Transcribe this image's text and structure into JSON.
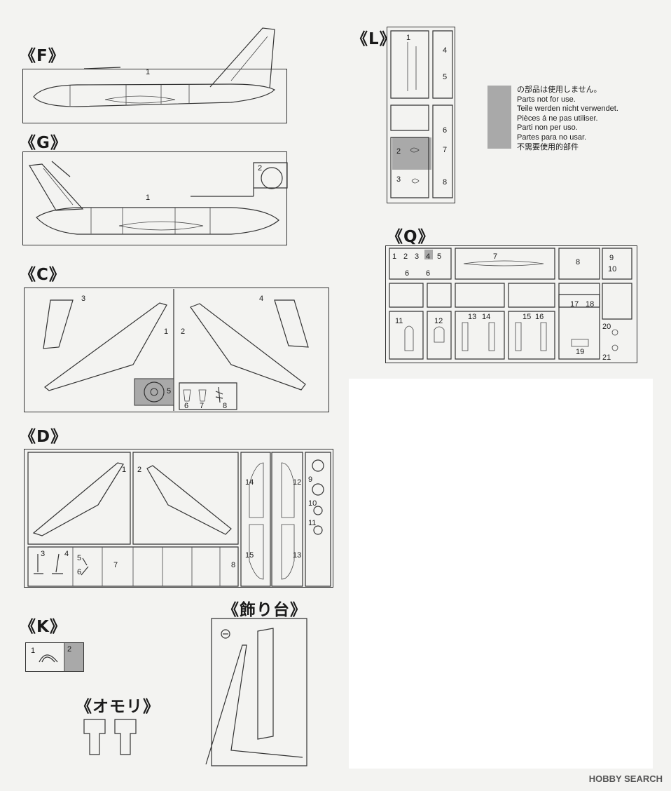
{
  "sections": {
    "F": {
      "label": "《F》",
      "parts": [
        "1"
      ]
    },
    "G": {
      "label": "《G》",
      "parts": [
        "1",
        "2"
      ]
    },
    "C": {
      "label": "《C》",
      "parts": [
        "1",
        "2",
        "3",
        "4",
        "5",
        "6",
        "7",
        "8"
      ]
    },
    "D": {
      "label": "《D》",
      "parts": [
        "1",
        "2",
        "3",
        "4",
        "5",
        "6",
        "7",
        "8",
        "9",
        "10",
        "11",
        "12",
        "13",
        "14",
        "15"
      ]
    },
    "K": {
      "label": "《K》",
      "parts": [
        "1",
        "2"
      ]
    },
    "omori": {
      "label": "《オモリ》"
    },
    "stand": {
      "label": "《飾り台》"
    },
    "L": {
      "label": "《L》",
      "parts": [
        "1",
        "2",
        "3",
        "4",
        "5",
        "6",
        "7",
        "8"
      ]
    },
    "Q": {
      "label": "《Q》",
      "parts": [
        "1",
        "2",
        "3",
        "4",
        "5",
        "6",
        "6",
        "7",
        "8",
        "9",
        "10",
        "11",
        "12",
        "13",
        "14",
        "15",
        "16",
        "17",
        "18",
        "19",
        "20",
        "21"
      ]
    }
  },
  "legend": {
    "lines": [
      "の部品は使用しません。",
      "Parts not for use.",
      "Teile werden nicht verwendet.",
      "Pièces á ne pas utiliser.",
      "Parti non per uso.",
      "Partes para no usar.",
      "不需要使用的部件"
    ],
    "swatch_color": "#a9a9a9"
  },
  "watermark": "HOBBY SEARCH"
}
